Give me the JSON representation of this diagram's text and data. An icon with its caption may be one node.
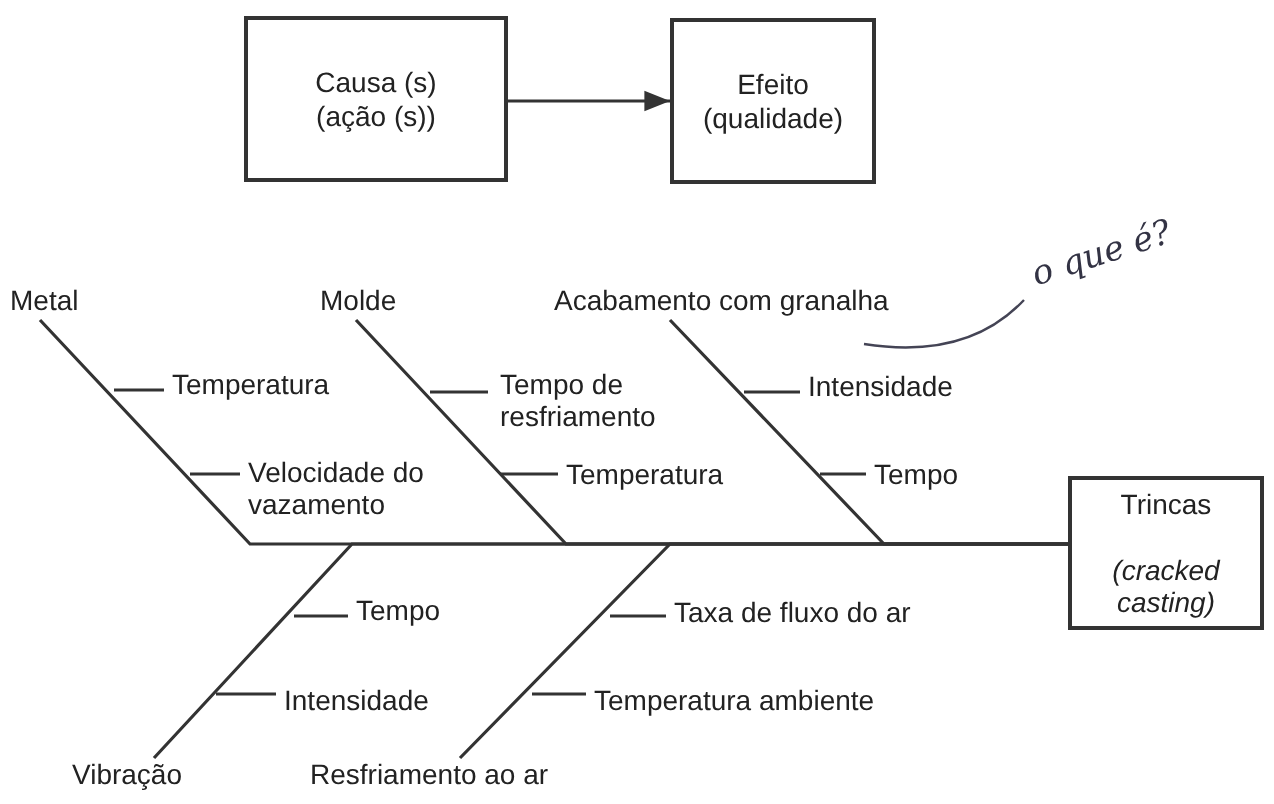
{
  "diagram": {
    "nodes": [
      {
        "text": [
          "Causa (s) (ação (s))"
        ]
      },
      {
        "text": [
          "Efeito (qualidade)"
        ]
      },
      {
        "text": [
          "Metal"
        ]
      },
      {
        "text": [
          "Molde"
        ]
      },
      {
        "text": [
          "Acabamento com granalha"
        ]
      },
      {
        "text": [
          "Trincas",
          "(cracked casting)"
        ]
      },
      {
        "text": [
          "Vibração"
        ]
      },
      {
        "text": [
          "Resfriamento ao ar"
        ]
      }
    ],
    "edges": [
      {
        "from": 0,
        "to": 1,
        "arrow": "to"
      },
      {
        "from": 2,
        "to": 5,
        "arrow": "none"
      },
      {
        "from": 3,
        "to": 5,
        "arrow": "none"
      },
      {
        "from": 4,
        "to": 5,
        "arrow": "none"
      },
      {
        "from": 6,
        "to": 5,
        "arrow": "none"
      },
      {
        "from": 7,
        "to": 5,
        "arrow": "none"
      }
    ],
    "labels": [
      "o que é?",
      "Temperatura",
      "Velocidade do vazamento",
      "Tempo de resfriamento",
      "Temperatura",
      "Intensidade",
      "Tempo",
      "Tempo",
      "Intensidade",
      "Taxa de fluxo do ar",
      "Temperatura ambiente"
    ]
  }
}
